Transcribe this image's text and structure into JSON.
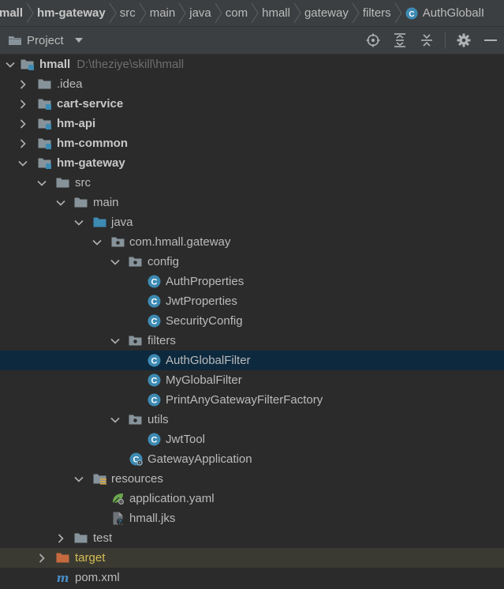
{
  "breadcrumb": {
    "items": [
      "mall",
      "hm-gateway",
      "src",
      "main",
      "java",
      "com",
      "hmall",
      "gateway",
      "filters",
      "AuthGlobalI"
    ]
  },
  "tool_window": {
    "title": "Project",
    "actions": [
      "locate-icon",
      "expand-all-icon",
      "collapse-all-icon",
      "gear-icon",
      "minimize-icon"
    ]
  },
  "tree": {
    "root_label": "hmall",
    "root_path": "D:\\theziye\\skill\\hmall",
    "idea": ".idea",
    "cart_service": "cart-service",
    "hm_api": "hm-api",
    "hm_common": "hm-common",
    "hm_gateway": "hm-gateway",
    "src": "src",
    "main": "main",
    "java": "java",
    "package": "com.hmall.gateway",
    "config": "config",
    "auth_properties": "AuthProperties",
    "jwt_properties": "JwtProperties",
    "security_config": "SecurityConfig",
    "filters": "filters",
    "auth_global_filter": "AuthGlobalFilter",
    "my_global_filter": "MyGlobalFilter",
    "print_any_factory": "PrintAnyGatewayFilterFactory",
    "utils": "utils",
    "jwt_tool": "JwtTool",
    "gateway_application": "GatewayApplication",
    "resources": "resources",
    "application_yaml": "application.yaml",
    "hmall_jks": "hmall.jks",
    "test": "test",
    "target": "target",
    "pom": "pom.xml"
  },
  "colors": {
    "background": "#2b2b2b",
    "header": "#3c3f41",
    "selection": "#0d293e",
    "excluded": "#3b3a32",
    "class_icon": "#3d8ab3",
    "folder": "#87939a",
    "source_folder": "#3d8ab3",
    "excluded_folder": "#c56a3e"
  }
}
